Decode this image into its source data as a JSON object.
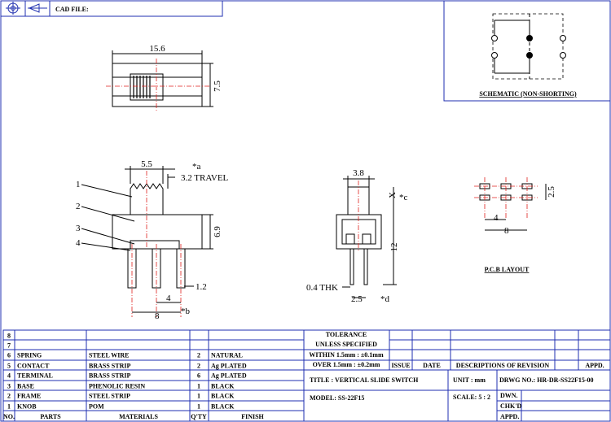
{
  "header": {
    "cad_file_label": "CAD FILE:"
  },
  "schematic": {
    "title": "SCHEMATIC (NON-SHORTING)"
  },
  "top_view": {
    "width_dim": "15.6",
    "height_dim": "7.5"
  },
  "front_view": {
    "dim_top": "5.5",
    "note_a": "*a",
    "travel": "3.2 TRAVEL",
    "height_dim": "6.9",
    "pin_dia": "1.2",
    "pitch_small": "4",
    "pitch_total": "8",
    "note_b": "*b",
    "callouts": [
      "1",
      "2",
      "3",
      "4"
    ]
  },
  "side_view": {
    "width_top": "3.8",
    "x_label": "X",
    "note_c": "*c",
    "height_dim": "12",
    "thickness": "0.4 THK",
    "pin_pitch": "2.5",
    "note_d": "*d"
  },
  "pcb": {
    "dim_v": "2.5",
    "dim_4": "4",
    "dim_8": "8",
    "title": "P.C.B LAYOUT"
  },
  "bom": {
    "headers": {
      "no": "NO.",
      "parts": "PARTS",
      "materials": "MATERIALS",
      "qty": "Q'TY",
      "finish": "FINISH"
    },
    "rows": [
      {
        "no": "8",
        "parts": "",
        "materials": "",
        "qty": "",
        "finish": ""
      },
      {
        "no": "7",
        "parts": "",
        "materials": "",
        "qty": "",
        "finish": ""
      },
      {
        "no": "6",
        "parts": "SPRING",
        "materials": "STEEL WIRE",
        "qty": "2",
        "finish": "NATURAL"
      },
      {
        "no": "5",
        "parts": "CONTACT",
        "materials": "BRASS STRIP",
        "qty": "2",
        "finish": "Ag PLATED"
      },
      {
        "no": "4",
        "parts": "TERMINAL",
        "materials": "BRASS STRIP",
        "qty": "6",
        "finish": "Ag PLATED"
      },
      {
        "no": "3",
        "parts": "BASE",
        "materials": "PHENOLIC RESIN",
        "qty": "1",
        "finish": "BLACK"
      },
      {
        "no": "2",
        "parts": "FRAME",
        "materials": "STEEL STRIP",
        "qty": "1",
        "finish": "BLACK"
      },
      {
        "no": "1",
        "parts": "KNOB",
        "materials": "POM",
        "qty": "1",
        "finish": "BLACK"
      }
    ]
  },
  "title_block": {
    "tolerance": "TOLERANCE",
    "unless": "UNLESS   SPECIFIED",
    "within": "WITHIN 1.5mm : ±0.1mm",
    "over": "OVER 1.5mm : ±0.2mm",
    "issue": "ISSUE",
    "date": "DATE",
    "desc_revision": "DESCRIPTIONS  OF  REVISION",
    "appd": "APPD.",
    "title": "TITLE : VERTICAL SLIDE SWITCH",
    "unit": "UNIT :   mm",
    "drwg_no": "DRWG NO.: HR-DR-SS22F15-00",
    "model": "MODEL: SS-22F15",
    "scale": "SCALE: 5 : 2",
    "dwn": "DWN.",
    "chkd": "CHK'D",
    "appd2": "APPD."
  }
}
